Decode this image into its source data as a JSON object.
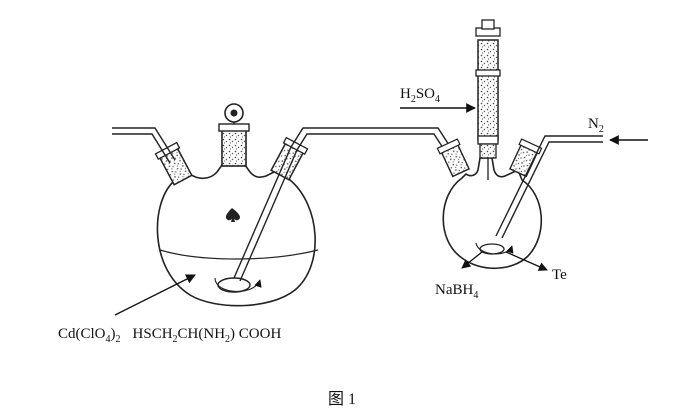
{
  "labels": {
    "h2so4": {
      "main": "H",
      "s1": "2",
      "mid": "SO",
      "s2": "4"
    },
    "n2": {
      "main": "N",
      "s1": "2"
    },
    "nabh4": {
      "main": "NaBH",
      "s1": "4"
    },
    "te": "Te",
    "reactants": {
      "a": "Cd(ClO",
      "a_sub": "4",
      "a_close": ")",
      "a_sub2": "2",
      "b": "HSCH",
      "b_sub": "2",
      "b_mid": "CH(NH",
      "b_sub2": "2",
      "b_end": ") COOH"
    }
  },
  "caption": "图 1"
}
